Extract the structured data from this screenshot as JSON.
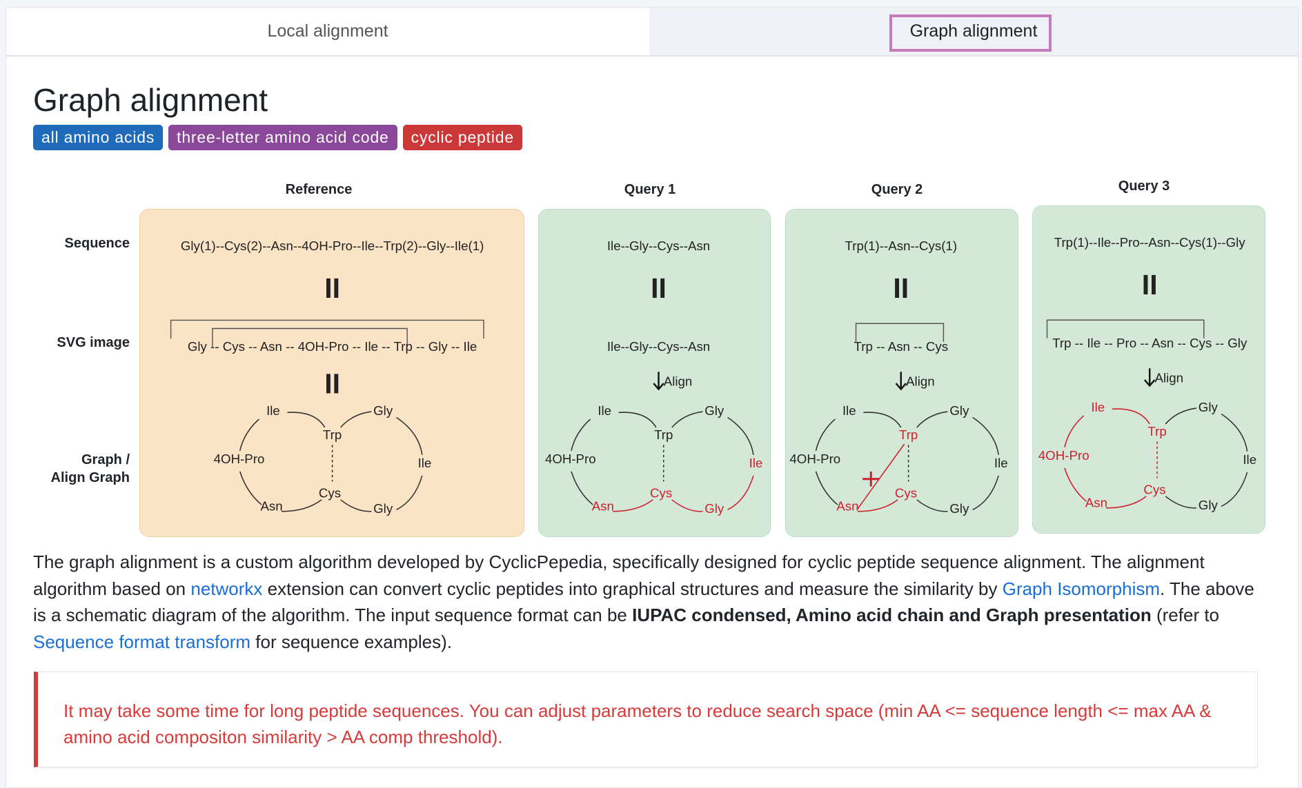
{
  "tabs": [
    {
      "label": "Local alignment",
      "active": false
    },
    {
      "label": "Graph alignment",
      "active": true
    }
  ],
  "title": "Graph alignment",
  "badges": [
    {
      "label": "all amino acids",
      "color": "#1f6ab9"
    },
    {
      "label": "three-letter amino acid code",
      "color": "#8b4799"
    },
    {
      "label": "cyclic peptide",
      "color": "#cc3737"
    }
  ],
  "row_labels": {
    "sequence": "Sequence",
    "svg_image": "SVG image",
    "graph_line1": "Graph /",
    "graph_line2": "Align Graph"
  },
  "equals_symbol": "II",
  "align_label": "Align",
  "colors": {
    "reference_bg": "#fbe3c6",
    "query_bg": "#d3e8d7",
    "match": "#d0202e",
    "default": "#222222"
  },
  "panels": [
    {
      "header": "Reference",
      "sequence": "Gly(1)--Cys(2)--Asn--4OH-Pro--Ile--Trp(2)--Gly--Ile(1)",
      "svg_line": "Gly -- Cys -- Asn -- 4OH-Pro -- Ile -- Trp -- Gly -- Ile",
      "nodes": {
        "ile1": "Ile",
        "gly1": "Gly",
        "trp": "Trp",
        "pro": "4OH-Pro",
        "ile2": "Ile",
        "cys": "Cys",
        "asn": "Asn",
        "gly2": "Gly"
      },
      "matched_nodes": [],
      "matched_edges": [],
      "broken_edge": false
    },
    {
      "header": "Query 1",
      "sequence": "Ile--Gly--Cys--Asn",
      "svg_line": "Ile--Gly--Cys--Asn",
      "nodes": {
        "ile1": "Ile",
        "gly1": "Gly",
        "trp": "Trp",
        "pro": "4OH-Pro",
        "ile2": "Ile",
        "cys": "Cys",
        "asn": "Asn",
        "gly2": "Gly"
      },
      "matched_nodes": [
        "asn",
        "cys",
        "gly2",
        "ile2"
      ],
      "matched_edges": [
        "asn-cys",
        "cys-gly2",
        "ile2-gly2"
      ],
      "broken_edge": false
    },
    {
      "header": "Query 2",
      "sequence": "Trp(1)--Asn--Cys(1)",
      "svg_line": "Trp -- Asn -- Cys",
      "nodes": {
        "ile1": "Ile",
        "gly1": "Gly",
        "trp": "Trp",
        "pro": "4OH-Pro",
        "ile2": "Ile",
        "cys": "Cys",
        "asn": "Asn",
        "gly2": "Gly"
      },
      "matched_nodes": [
        "trp",
        "asn",
        "cys"
      ],
      "matched_edges": [
        "asn-cys"
      ],
      "broken_edge": true
    },
    {
      "header": "Query 3",
      "sequence": "Trp(1)--Ile--Pro--Asn--Cys(1)--Gly",
      "svg_line": "Trp -- Ile -- Pro -- Asn -- Cys -- Gly",
      "nodes": {
        "ile1": "Ile",
        "gly1": "Gly",
        "trp": "Trp",
        "pro": "4OH-Pro",
        "ile2": "Ile",
        "cys": "Cys",
        "asn": "Asn",
        "gly2": "Gly"
      },
      "matched_nodes": [
        "ile1",
        "trp",
        "pro",
        "asn",
        "cys"
      ],
      "matched_edges": [
        "ile1-trp",
        "ile1-pro",
        "pro-asn",
        "asn-cys",
        "trp-cys"
      ],
      "broken_edge": false
    }
  ],
  "description": {
    "t1": "The graph alignment is a custom algorithm developed by CyclicPepedia, specifically designed for cyclic peptide sequence alignment. The alignment algorithm based on ",
    "link_networkx": "networkx",
    "t2": " extension can convert cyclic peptides into graphical structures and measure the similarity by ",
    "link_graph_iso": "Graph Isomorphism",
    "t3": ". The above is a schematic diagram of the algorithm. The input sequence format can be ",
    "bold": "IUPAC condensed, Amino acid chain and Graph presentation",
    "t4": " (refer to ",
    "link_seq_format": "Sequence format transform",
    "t5": " for sequence examples)."
  },
  "alert": "It may take some time for long peptide sequences. You can adjust parameters to reduce search space (min AA <= sequence length <= max AA & amino acid compositon similarity > AA comp threshold)."
}
